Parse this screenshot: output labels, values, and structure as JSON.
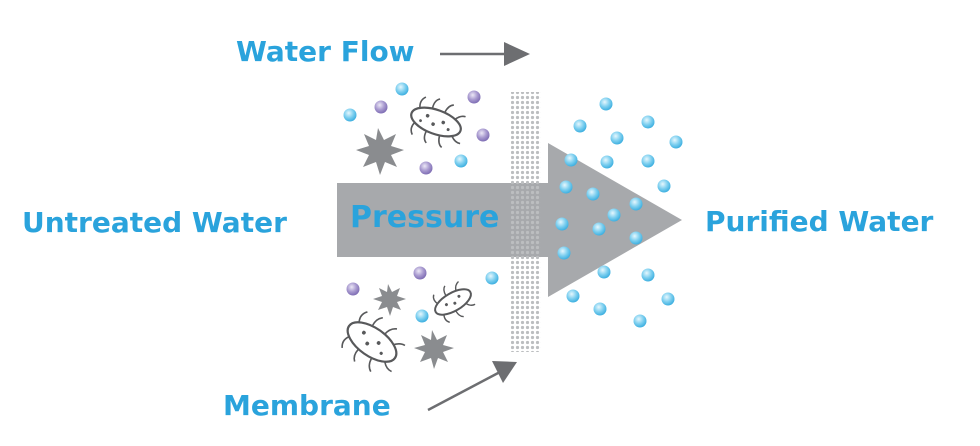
{
  "labels": {
    "water_flow": "Water Flow",
    "untreated_water": "Untreated Water",
    "purified_water": "Purified Water",
    "membrane": "Membrane",
    "pressure": "Pressure"
  },
  "colors": {
    "label_blue": "#2aa3dc",
    "arrow_gray": "#a7a9ac",
    "pointer_gray": "#6d6e71",
    "water_drop": "#6cc8ee",
    "contaminant_purple": "#9b8cc4",
    "particle_gray": "#8a8c8f",
    "membrane_dots": "#bcbec0"
  },
  "icons": {
    "pointer_arrows": "arrow-right-icon",
    "bacteria": "bacteria-icon",
    "particles": "splat-particle-icon",
    "water": "water-molecule-icon",
    "contaminants": "contaminant-molecule-icon"
  }
}
